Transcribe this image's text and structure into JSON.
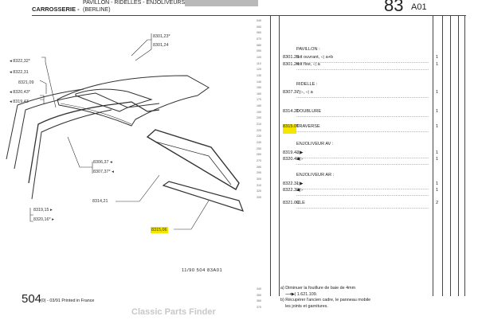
{
  "header": {
    "section": "CARROSSERIE -",
    "title": "PAVILLON - RIDELLES - ENJOLIVEURS",
    "subtitle": "(BERLINE)",
    "page_number": "83",
    "page_code": "A01"
  },
  "line_numbers": [
    "040",
    "050",
    "060",
    "070",
    "080",
    "090",
    "100",
    "110",
    "120",
    "130",
    "140",
    "150",
    "160",
    "170",
    "180",
    "190",
    "200",
    "210",
    "220",
    "230",
    "240",
    "250",
    "260",
    "270",
    "280",
    "290",
    "300",
    "310",
    "320",
    "330"
  ],
  "note_line_numbers": [
    "340",
    "350",
    "360",
    "370"
  ],
  "parts": {
    "pavillon_heading": "PAVILLON :",
    "ridelle_heading": "RIDELLE :",
    "enjoliveur_av_heading": "ENJOLIVEUR AV :",
    "enjoliveur_ar_heading": "ENJOLIVEUR AR :",
    "rows": [
      {
        "ref": "8301.23",
        "desc": "toit ouvrant, ◁ a+b",
        "qty": "1"
      },
      {
        "ref": "8301.24",
        "desc": "toit fixe, ◁ a",
        "qty": "1"
      },
      {
        "ref": "8307.37",
        "desc": "◁▷, ◁ a",
        "qty": "1"
      },
      {
        "ref": "8314.21",
        "desc": "DOUBLURE",
        "qty": "1"
      },
      {
        "ref": "8315.06",
        "desc": "TRAVERSE",
        "qty": "1",
        "highlight": true
      },
      {
        "ref": "8319.43",
        "desc": "◁▶",
        "qty": "1"
      },
      {
        "ref": "8320.43",
        "desc": "◀▷",
        "qty": "1"
      },
      {
        "ref": "8322.31",
        "desc": "◁▶",
        "qty": "1"
      },
      {
        "ref": "8322.32",
        "desc": "◀▷",
        "qty": "1"
      },
      {
        "ref": "8321.09",
        "desc": "CLE",
        "qty": "2"
      }
    ]
  },
  "notes": [
    "a) Diminuer la fouillure de baie de 4mm",
    "    ⟶▶| 1.621.109.",
    "b) Récupérer l'ancien cadre, le panneau mobile",
    "    les joints et garnitures."
  ],
  "diagram_labels": {
    "l1": "8301,23*",
    "l2": "8301,24",
    "l3": "◂ 8322,32*",
    "l4": "◂ 8322,31",
    "l5": "8321,09",
    "l6": "◂ 8320,43*",
    "l7": "◂ 8319,43",
    "l8": "8306,37 ◂",
    "l9": "8307,37* ◂",
    "l10": "8314,21",
    "l11": "8319,15 ▸",
    "l12": "8320,16* ▸",
    "l13": "8315,06"
  },
  "highlight_color": "#f5e600",
  "drawing_code": "11/90  504  83A01",
  "footer": {
    "model": "504",
    "text": "(0) - 03/91 Printed in France"
  },
  "watermark": "Classic Parts Finder"
}
